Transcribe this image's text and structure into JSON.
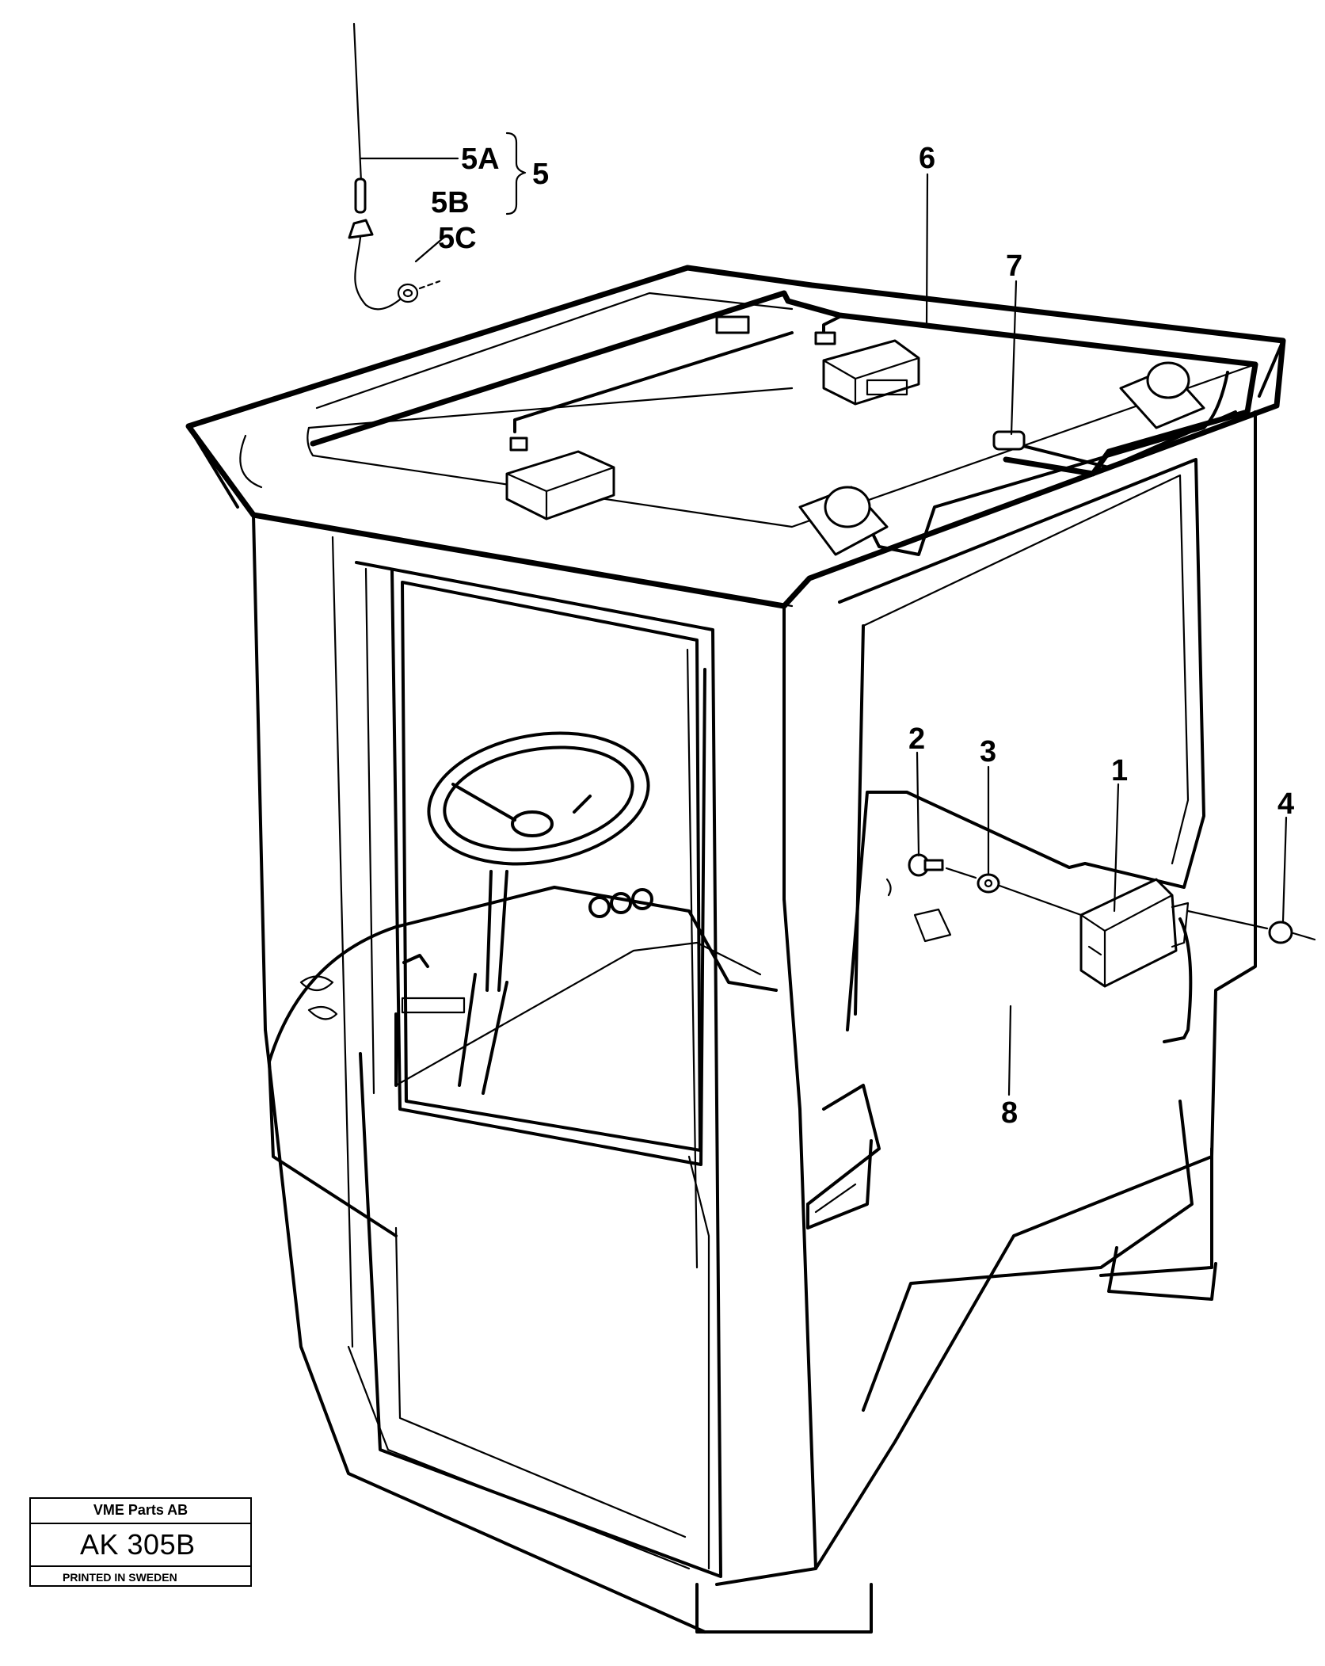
{
  "callouts": {
    "c5A": "5A",
    "c5": "5",
    "c5B": "5B",
    "c5C": "5C",
    "c6": "6",
    "c7": "7",
    "c2": "2",
    "c3": "3",
    "c1": "1",
    "c4": "4",
    "c8": "8"
  },
  "title_block": {
    "company": "VME Parts AB",
    "code": "AK 305B",
    "printed": "PRINTED IN SWEDEN"
  }
}
